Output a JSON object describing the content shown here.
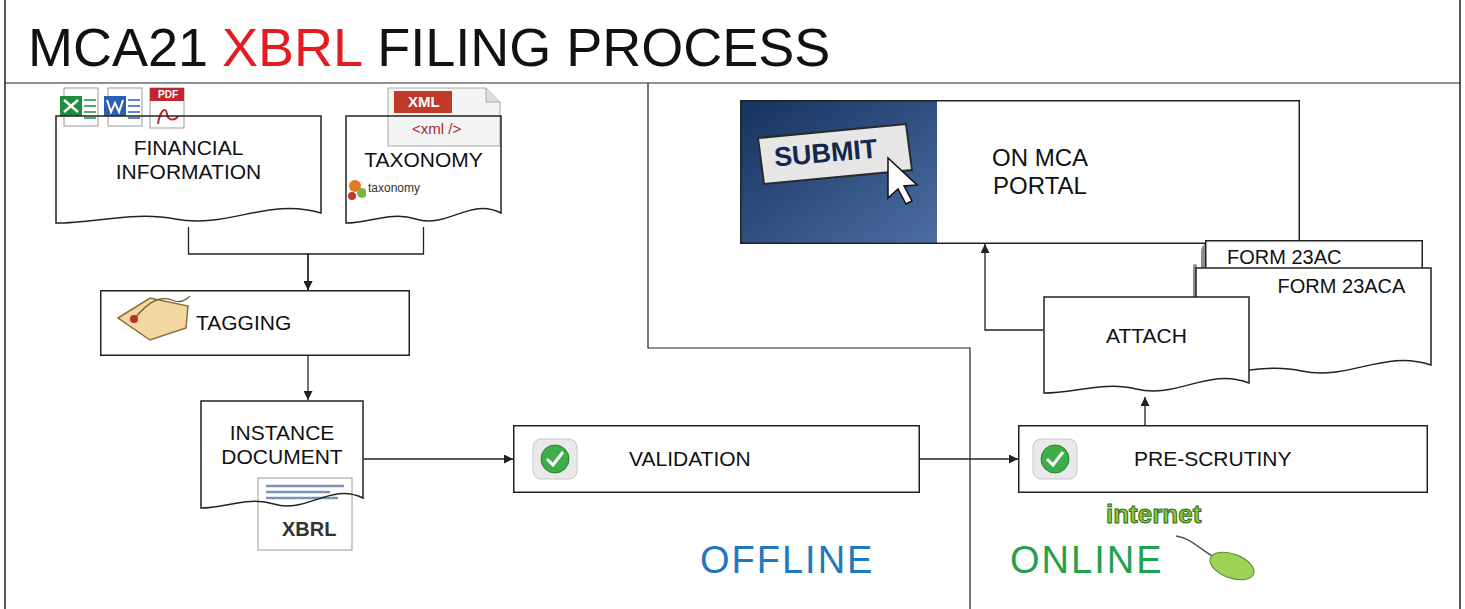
{
  "diagram": {
    "nodes": [
      {
        "text": [
          "FINANCIAL INFORMATION"
        ]
      },
      {
        "text": [
          "TAXONOMY"
        ]
      },
      {
        "text": [
          "ON MCA PORTAL"
        ]
      },
      {
        "text": [
          "FORM 23AC"
        ]
      },
      {
        "text": [
          "FORM 23ACA"
        ]
      },
      {
        "text": [
          "TAGGING"
        ]
      },
      {
        "text": [
          "ATTACH"
        ]
      },
      {
        "text": [
          "INSTANCE DOCUMENT"
        ]
      },
      {
        "text": [
          "VALIDATION"
        ]
      },
      {
        "text": [
          "PRE-SCRUTINY"
        ]
      }
    ],
    "edges": [
      {
        "from": 0,
        "to": 5,
        "arrow": "to"
      },
      {
        "from": 1,
        "to": 5,
        "arrow": "to"
      },
      {
        "from": 5,
        "to": 7,
        "arrow": "to"
      },
      {
        "from": 7,
        "to": 8,
        "arrow": "to"
      },
      {
        "from": 8,
        "to": 9,
        "arrow": "to"
      },
      {
        "from": 9,
        "to": 6,
        "arrow": "to"
      },
      {
        "from": 6,
        "to": 2,
        "arrow": "to"
      }
    ],
    "labels": [
      "MCA21",
      "XBRL",
      "FILING PROCESS",
      "PDF",
      "XML",
      "<xml />",
      "taxonomy",
      "XBRL",
      "SUBMIT",
      "internet",
      "OFFLINE",
      "ONLINE"
    ]
  }
}
